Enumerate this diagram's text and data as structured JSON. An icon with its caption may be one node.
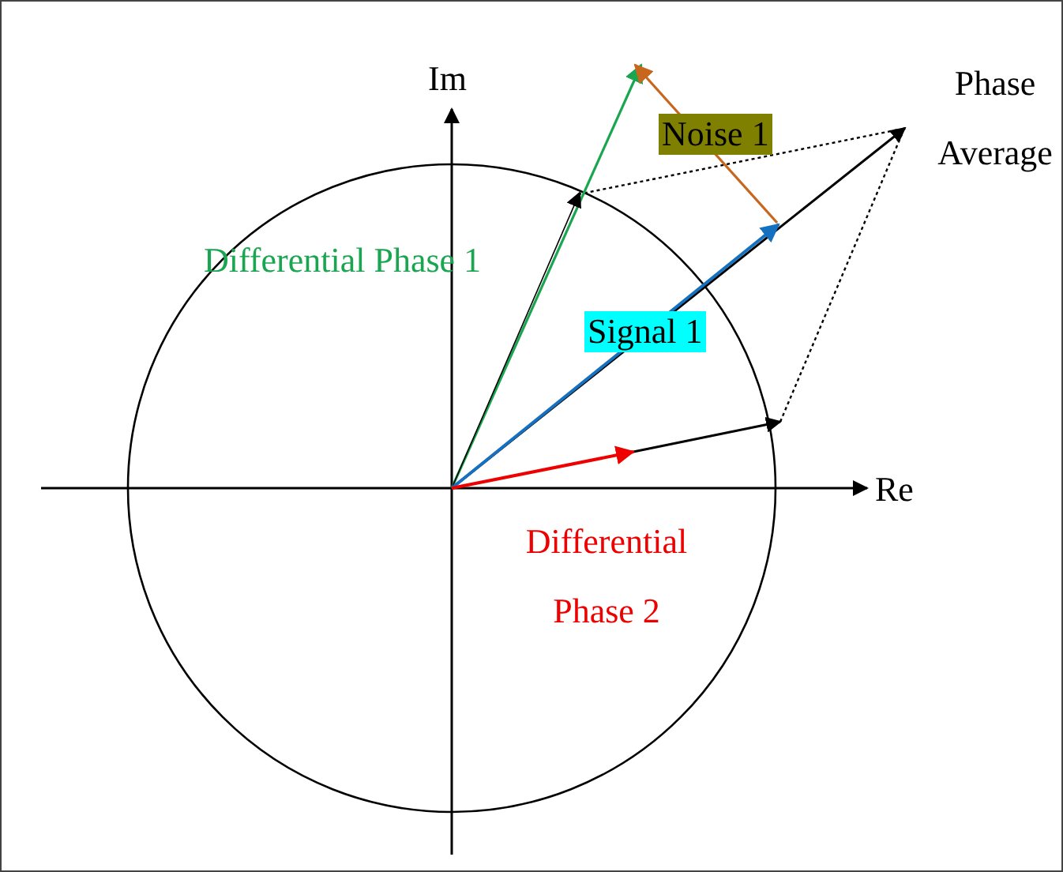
{
  "diagram": {
    "labels": [
      "Im",
      "Phase Average",
      "Noise 1",
      "Differential Phase 1",
      "Signal 1",
      "Re",
      "Differential Phase 2"
    ]
  }
}
